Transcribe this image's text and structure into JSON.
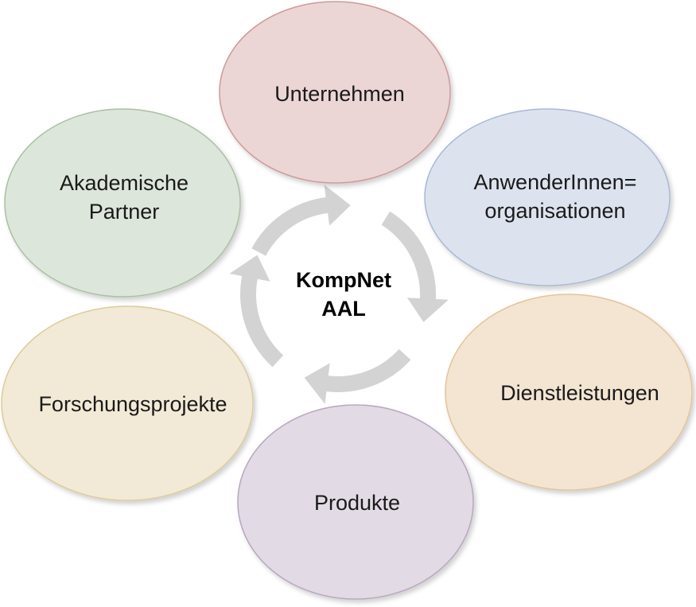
{
  "center": {
    "line1": "KompNet",
    "line2": "AAL"
  },
  "nodes": [
    {
      "id": "unternehmen",
      "lines": [
        "Unternehmen"
      ],
      "fill": "#ecd5d5",
      "stroke": "#cf9a9a"
    },
    {
      "id": "anwender",
      "lines": [
        "AnwenderInnen=",
        "organisationen"
      ],
      "fill": "#dde3ee",
      "stroke": "#a9b9d6"
    },
    {
      "id": "dienstleistungen",
      "lines": [
        "Dienstleistungen"
      ],
      "fill": "#f3e5d2",
      "stroke": "#e3c49a"
    },
    {
      "id": "produkte",
      "lines": [
        "Produkte"
      ],
      "fill": "#e2dae4",
      "stroke": "#b7a7bf"
    },
    {
      "id": "forschungsprojekte",
      "lines": [
        "Forschungsprojekte"
      ],
      "fill": "#f2ead6",
      "stroke": "#ddcb9c"
    },
    {
      "id": "akademische",
      "lines": [
        "Akademische",
        "Partner"
      ],
      "fill": "#dde6da",
      "stroke": "#a9c0a4"
    }
  ],
  "arrow_color": "#d3d3d3"
}
